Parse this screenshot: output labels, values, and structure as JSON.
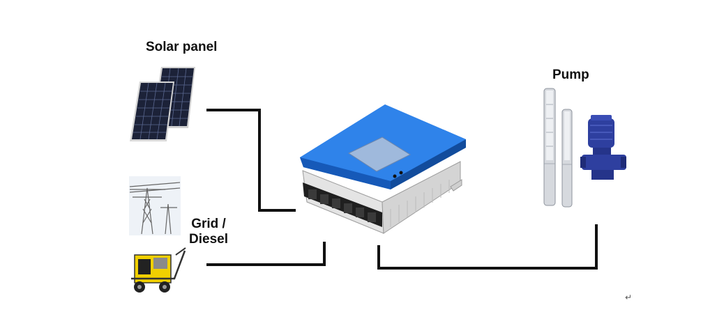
{
  "diagram": {
    "labels": {
      "solar": "Solar panel",
      "pump": "Pump",
      "grid_line1": "Grid /",
      "grid_line2": "Diesel"
    },
    "header_watermark": "",
    "return_mark": "↵"
  },
  "colors": {
    "connector": "#111111",
    "controller_lid": "#1f6fd6",
    "controller_body": "#d9d9d9",
    "panel_cells": "#1c2238",
    "pump_body": "#2e3f9f",
    "generator_frame": "#e8c400"
  },
  "icons": {
    "solar": "solar-panel-icon",
    "grid": "power-tower-icon",
    "diesel": "diesel-generator-icon",
    "controller": "pump-controller-icon",
    "pump": "pump-icon"
  }
}
